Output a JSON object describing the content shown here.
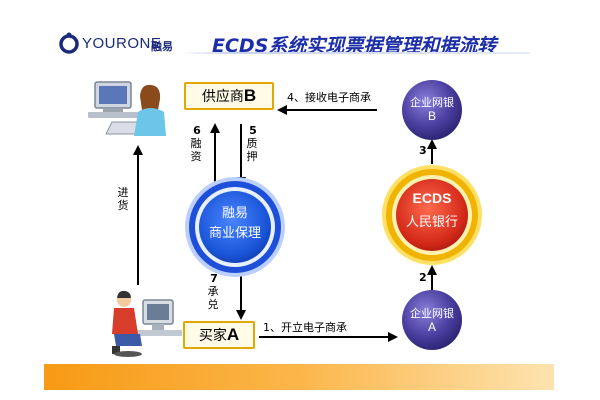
{
  "header": {
    "logo_text": "YOURONE",
    "logo_cn": "融易",
    "title": "ECDS系统实现票据管理和据流转"
  },
  "nodes": {
    "supplier": {
      "label": "供应商",
      "suffix": "B"
    },
    "buyer": {
      "label": "买家",
      "suffix": "A"
    },
    "factoring": {
      "line1": "融易",
      "line2": "商业保理"
    },
    "bank_b": {
      "line1": "企业网银",
      "line2": "B"
    },
    "bank_a": {
      "line1": "企业网银",
      "line2": "A"
    },
    "ecds": {
      "line1": "ECDS",
      "line2": "人民银行"
    }
  },
  "flows": {
    "f1": "1、开立电子商承",
    "f2": "2",
    "f3": "3",
    "f4": "4、接收电子商承",
    "f5_num": "5",
    "f5_text": "质押",
    "f6_num": "6",
    "f6_text": "融资",
    "f7_num": "7",
    "f7_text": "承兑",
    "delivery": "进货"
  },
  "colors": {
    "navy": "#1b2a7a",
    "ring_blue": "#1e4fd8",
    "ring_gold": "#f0b400",
    "bank_purple": "#4a3fa0",
    "box_border": "#e0a800",
    "footer_orange": "#f7a21a"
  }
}
